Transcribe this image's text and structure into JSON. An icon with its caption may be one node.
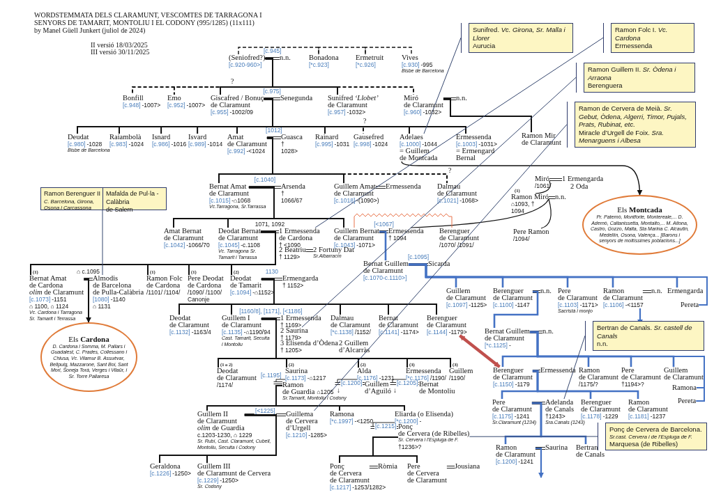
{
  "diagram": {
    "title": "WORDSTEMMATA DELS CLARAMUNT, VESCOMTES DE TARRAGONA I SENYORS DE TAMARIT, MONTOLIU I EL CODONY (995/1285) (11x111)",
    "nodes": [
      {
        "text": [
          "(Seniofred?)",
          "[c.920-960>]"
        ]
      },
      {
        "text": [
          "n.n."
        ]
      },
      {
        "text": [
          "Bonadona",
          "[*c.923]"
        ]
      },
      {
        "text": [
          "Ermetruit",
          "[*c.926]"
        ]
      },
      {
        "text": [
          "Vives",
          "[c.930]",
          "-995",
          "Bisbe de Barcelona"
        ]
      },
      {
        "text": [
          "Bonfill",
          "[c.948]",
          "-1007>"
        ]
      },
      {
        "text": [
          "Emo",
          "[c.952]",
          "-1007>"
        ]
      },
      {
        "text": [
          "Giscafred / Bonuç de Claramunt",
          "[c.955]",
          "-1002/09"
        ]
      },
      {
        "text": [
          "Senegunda"
        ]
      },
      {
        "text": [
          "Sunifred *‘Llobet’* de Claramunt",
          "[c.957]",
          "-1032>"
        ]
      },
      {
        "text": [
          "Miró de Claramunt",
          "[c.960]",
          "-1032>"
        ]
      },
      {
        "text": [
          "n.n."
        ]
      },
      {
        "text": [
          "Deudat",
          "[c.980]",
          "-1028",
          "Bisbe de Barcelona"
        ]
      },
      {
        "text": [
          "Raiambolà",
          "[c.983]",
          "-1024"
        ]
      },
      {
        "text": [
          "Isnard",
          "[c.986]",
          "-1016"
        ]
      },
      {
        "text": [
          "Isvard",
          "[c.989]",
          "-1014"
        ]
      },
      {
        "text": [
          "Amat de Claramunt",
          "[c.992]",
          "-<1024"
        ]
      },
      {
        "text": [
          "Guasca",
          "† 1028>"
        ]
      },
      {
        "text": [
          "Rainard",
          "[c.995]",
          "-1031"
        ]
      },
      {
        "text": [
          "Gausefred",
          "[c.998]",
          "-1024"
        ]
      },
      {
        "text": [
          "Adelaes",
          "[c.1000]",
          "-1044",
          "= Guillem de Montcada"
        ]
      },
      {
        "text": [
          "Ermessenda",
          "[c.1003]",
          "-1031>",
          "= Ermengard Bernal"
        ]
      },
      {
        "text": [
          "Ramon Mir de Claramunt"
        ]
      },
      {
        "text": [
          "Sunifred. *Vc. Girona, Sr. Malla i Llorer*",
          "Aurucia"
        ]
      },
      {
        "text": [
          "Ramon Folc I. *Vc. Cardona*",
          "Ermessenda"
        ]
      },
      {
        "text": [
          "Ramon Guillem II. *Sr. Òdena i Arraona*",
          "Berenguera"
        ]
      },
      {
        "text": [
          "Ramon de Cervera de Meià. *Sr. Gebut, Òdena, Algerri, Timor, Pujals, Prats, Rubinat, etc.*",
          "Miracle d’Urgell de Foix. *Sra. Menarguens i Albesa*"
        ]
      },
      {
        "text": [
          "Bernat Amat de Claramunt",
          "[c.1015]",
          "-⌂1068",
          "Vc.Tarragona, Sr.Tarrassa"
        ]
      },
      {
        "text": [
          "Arsenda",
          "† 1066/67"
        ]
      },
      {
        "text": [
          "Guillem Amat de Claramunt",
          "[c.1018]",
          "-(1090>)"
        ]
      },
      {
        "text": [
          "Ermessenda"
        ]
      },
      {
        "text": [
          "Dalmau de Claramunt",
          "[c.1021]",
          "-1068>"
        ]
      },
      {
        "text": [
          "Miró",
          "/1061/"
        ]
      },
      {
        "text": [
          "1 Ermengarda"
        ]
      },
      {
        "text": [
          "2 Oda"
        ]
      },
      {
        "text": [
          "Ramon Miró",
          "⌂1093, † 1094"
        ],
        "beside": [
          "(1)"
        ]
      },
      {
        "text": [
          "n.n."
        ]
      },
      {
        "text": [
          "Els **Montcada**",
          "Pr. Paternò, Montforte, Montereale,... D. Adernò, Caltanissetta, Montalto,... M. Aitona, Castro, Gozzo, Malta, Sta Marina C. Alcautin, Medellín, Osona, Valença... [Barons i senyors de moltíssimes poblacions...]"
        ]
      },
      {
        "text": [
          "Ramon Berenguer II",
          "C. Barcelona, Girona, Osona i Carcassona",
          "Mafalda de Pul·la - Calàbria",
          "de Salern"
        ]
      },
      {
        "text": [
          "Amat Bernat de Claramunt",
          "[c.1042]",
          "-1066/70"
        ]
      },
      {
        "text": [
          "Deodat Bernat de Claramunt",
          "[c.1045]",
          "-c.1108",
          "Vc. Tarragona Sr. Tamarit i Tarrassa"
        ]
      },
      {
        "text": [
          "1 Ermessenda de Cardona",
          "† <1090"
        ]
      },
      {
        "text": [
          "2 Beatriu",
          "† 1129>"
        ]
      },
      {
        "text": [
          "2 Fortuny Dat",
          "Sr.Albarracín"
        ]
      },
      {
        "text": [
          "Guillem Bernat de Claramunt",
          "[c.1043]",
          "-1071>"
        ]
      },
      {
        "text": [
          "Ermessenda",
          "† 1094"
        ]
      },
      {
        "text": [
          "Berenguer de Claramunt",
          "/1070/ /1091/"
        ]
      },
      {
        "text": [
          "Pere Ramon",
          "/1094/"
        ]
      },
      {
        "text": [
          "Bernat Guillem de Claramunt",
          "[c.1070-c.1110>]"
        ]
      },
      {
        "text": [
          "Sicarda"
        ]
      },
      {
        "text": [
          "Bernat Amat de Cardona",
          "*olim* de Claramunt",
          "[c.1073]",
          "-1151",
          "⌂ 1100, ⌂ 1124",
          "Vc. Cardona i Tarragona Sr. Tamarit i Terrassa"
        ],
        "beside": [
          "(1)"
        ]
      },
      {
        "text": [
          "Almodis de Barcelona de Pulla-Calàbria",
          "[1080]",
          "-1140",
          "⌂ 1131"
        ]
      },
      {
        "text": [
          "Ramon Folc de Cardona",
          "/1101/ /1104/"
        ],
        "beside": [
          "(1)"
        ]
      },
      {
        "text": [
          "Pere Deodat de Cardona",
          "/1090/ /1100/ Canonje"
        ],
        "beside": [
          "(1)"
        ]
      },
      {
        "text": [
          "Deodat de Tamarit",
          "[c.1094]",
          "-⌂1152>"
        ],
        "beside": [
          "(2)"
        ]
      },
      {
        "text": [
          "Ermengarda",
          "† 1152>"
        ]
      },
      {
        "text": [
          "Els **Cardona**",
          "D. Cardona i Somma, M. Pallars i Guadalest, C. Prades, Collessano i Chiusa, Vc. Vilamur B. Assuèvar, Bellpuig, Mazzarone, Sant Boi, Sant Mori, Soneja Torà, Verges i Vilaür, i Sr. Torre Pallaresa"
        ]
      },
      {
        "text": [
          "Guillem de Claramunt",
          "[c.1097]",
          "-1125>"
        ]
      },
      {
        "text": [
          "Berenguer de Claramunt",
          "[c.1100]",
          "-1147"
        ]
      },
      {
        "text": [
          "n.n."
        ]
      },
      {
        "text": [
          "Pere de Claramunt",
          "[c.1103]",
          "-1171>",
          "Sacristà i monjo"
        ]
      },
      {
        "text": [
          "Ramon de Claramunt",
          "[c.1106]",
          "-<1157"
        ]
      },
      {
        "text": [
          "n.n."
        ]
      },
      {
        "text": [
          "Ermengarda"
        ]
      },
      {
        "text": [
          "Pereta"
        ]
      },
      {
        "text": [
          "Deodat de Claramunt",
          "[c.1132]",
          "-1163/4"
        ]
      },
      {
        "text": [
          "Guillem I de Claramunt",
          "[c.1135]",
          "-⌂1190/94",
          "Cast. Tamarit, Secuita i Montoliu"
        ]
      },
      {
        "text": [
          "1 Ermessenda",
          "† 1169>"
        ]
      },
      {
        "text": [
          "2 Saurina",
          "† 1179>"
        ]
      },
      {
        "text": [
          "3 Elisenda d’Òdena",
          "† 1205>"
        ]
      },
      {
        "text": [
          "2 Guillem d’Alcarràs"
        ]
      },
      {
        "text": [
          "Dalmau de Claramunt",
          "[*c.1138]",
          "/1152/"
        ]
      },
      {
        "text": [
          "Bernat de Claramunt",
          "[c.1141]",
          "-1174>"
        ]
      },
      {
        "text": [
          "Berenguer de Claramunt",
          "[c.1144]",
          "-1179>"
        ]
      },
      {
        "text": [
          "Bernat Guillem de Claramunt",
          "[*c.1125]",
          "-"
        ]
      },
      {
        "text": [
          "n.n."
        ]
      },
      {
        "text": [
          "Bertran de Canals. *Sr. castell de Canals*",
          "n.n."
        ]
      },
      {
        "text": [
          "Deodat de Claramunt",
          "/1174/"
        ],
        "beside": [
          "(1 o 2)"
        ]
      },
      {
        "text": [
          "Saurina",
          "[c.1173]",
          "-⌂1217"
        ],
        "beside": [
          "(2)"
        ]
      },
      {
        "text": [
          "Ramon de Guardia",
          "⌂1205",
          "Sr.Tamarit, Montoliu i Codony"
        ]
      },
      {
        "text": [
          "Alda",
          "[c.1176]",
          "-1231"
        ],
        "beside": [
          "(2)"
        ]
      },
      {
        "text": [
          "Guillem d’Aguiló"
        ]
      },
      {
        "text": [
          "Ermessenda",
          "[*c.1176]",
          "/1190/"
        ],
        "beside": [
          "(3)"
        ]
      },
      {
        "text": [
          "Bernat de Montoliu"
        ]
      },
      {
        "text": [
          "Guillem",
          "/1190/"
        ],
        "beside": [
          "(3)"
        ]
      },
      {
        "text": [
          "Berenguer de Claramunt",
          "[c.1150]",
          "-1179"
        ]
      },
      {
        "text": [
          "Ermessenda"
        ]
      },
      {
        "text": [
          "Ramon de Claramunt",
          "/1175/?"
        ]
      },
      {
        "text": [
          "Pere de Claramunt",
          "†1194>?"
        ]
      },
      {
        "text": [
          "Guillem de Claramunt"
        ]
      },
      {
        "text": [
          "Ramona"
        ]
      },
      {
        "text": [
          "Pereta"
        ]
      },
      {
        "text": [
          "Guillem II de Claramunt",
          "*olim* de Guardia",
          "c.1203-1230, ⌂ 1229",
          "Sr. Rubí, Cast. Claramunt, Cubell, Montoliu, Secuita i Codony"
        ]
      },
      {
        "text": [
          "Guillema de Cervera d’Urgell",
          "[c.1210]",
          "-1285>"
        ]
      },
      {
        "text": [
          "Ramona",
          "[*c.1997]",
          "-<1250"
        ]
      },
      {
        "text": [
          "Eliarda (o Elisenda)",
          "[*c.1200]",
          "-"
        ]
      },
      {
        "text": [
          "Ponç de Cervera (de Ribelles)",
          "Sr. Cervera i l’Espluga de F.",
          "†1236>?"
        ]
      },
      {
        "text": [
          "Pere de Claramunt",
          "[c.1175]",
          "-1241",
          "Sr.Claramunt (1234)"
        ]
      },
      {
        "text": [
          "Adelanda de Canals",
          "†1243>",
          "Sra.Canals (1243)"
        ]
      },
      {
        "text": [
          "Berenguer de Claramunt",
          "[c.1178]",
          "-1229"
        ]
      },
      {
        "text": [
          "Ramon de Claramunt",
          "[c.1181]",
          "-1237"
        ]
      },
      {
        "text": [
          "Ponç de Cervera de Barcelona.",
          "Sr.cast. Cervera i de l’Espluga de F.",
          "Marquesa (de Ribelles)"
        ]
      },
      {
        "text": [
          "Ramon de Claramunt",
          "[c.1200]",
          "-1241"
        ]
      },
      {
        "text": [
          "Saurina"
        ]
      },
      {
        "text": [
          "Bertran de Canals"
        ]
      },
      {
        "text": [
          "Geraldona",
          "[c.1226]",
          "-1250>"
        ]
      },
      {
        "text": [
          "Guillem III de Claramunt de Cervera",
          "[c.1229]",
          "-1250>",
          "Sr. Codony"
        ]
      },
      {
        "text": [
          "Ponç de Cervera de Claramunt",
          "[c.1217]",
          "-1253/1282>"
        ]
      },
      {
        "text": [
          "Ròmia"
        ]
      },
      {
        "text": [
          "Pere de Cervera de Claramunt"
        ]
      },
      {
        "text": [
          "Jousiana"
        ]
      }
    ],
    "edges": [
      {
        "from": 0,
        "to": 1,
        "arrow": "none",
        "label": "[c.945]"
      },
      {
        "from": 7,
        "to": 8,
        "arrow": "none",
        "label": "[c.975]"
      },
      {
        "from": 10,
        "to": 11,
        "arrow": "none"
      },
      {
        "from": 16,
        "to": 17,
        "arrow": "none",
        "label": "[1012]"
      },
      {
        "from": 27,
        "to": 28,
        "arrow": "none",
        "label": "[c.1040]"
      },
      {
        "from": 29,
        "to": 30,
        "arrow": "none"
      },
      {
        "from": 32,
        "to": 33,
        "arrow": "none"
      },
      {
        "from": 35,
        "to": 36,
        "arrow": "none"
      },
      {
        "from": 40,
        "to": 41,
        "arrow": "none",
        "label": "1071, 1092"
      },
      {
        "from": 42,
        "to": 43,
        "arrow": "none"
      },
      {
        "from": 44,
        "to": 45,
        "arrow": "none",
        "label": "[<1067]"
      },
      {
        "from": 48,
        "to": 49,
        "arrow": "none",
        "label": "[c.1095]"
      },
      {
        "from": 50,
        "to": 51,
        "arrow": "none",
        "label": "⌂ c.1095"
      },
      {
        "from": 54,
        "to": 55,
        "arrow": "none",
        "label": "1130"
      },
      {
        "from": 58,
        "to": 59,
        "arrow": "none"
      },
      {
        "from": 61,
        "to": 62,
        "arrow": "none"
      },
      {
        "from": 66,
        "to": 67,
        "arrow": "none",
        "label": "[1160/8], [1171], [<1186]"
      },
      {
        "from": 74,
        "to": 75,
        "arrow": "none"
      },
      {
        "from": 78,
        "to": 79,
        "arrow": "none",
        "label": "[c.1195]"
      },
      {
        "from": 80,
        "to": 81,
        "arrow": "none",
        "label": "[c.1200]"
      },
      {
        "from": 82,
        "to": 83,
        "arrow": "none",
        "label": "[c.1205]"
      },
      {
        "from": 85,
        "to": 86,
        "arrow": "none"
      },
      {
        "from": 92,
        "to": 93,
        "arrow": "none",
        "label": "[<1225]"
      },
      {
        "from": 95,
        "to": 96,
        "arrow": "none",
        "label": "[c.1215]"
      },
      {
        "from": 97,
        "to": 98,
        "arrow": "none"
      },
      {
        "from": 102,
        "to": 103,
        "arrow": "none"
      },
      {
        "from": 107,
        "to": 108,
        "arrow": "none"
      },
      {
        "from": 109,
        "to": 110,
        "arrow": "none"
      },
      {
        "from": 0,
        "to": 2,
        "arrow": "none",
        "style": "dashed"
      },
      {
        "from": 2,
        "to": 3,
        "arrow": "none",
        "style": "dashed"
      },
      {
        "from": 3,
        "to": 4,
        "arrow": "none",
        "style": "dashed"
      },
      {
        "from": 0,
        "to": 5,
        "arrow": "none",
        "style": "dashed"
      },
      {
        "from": 0,
        "to": 6,
        "arrow": "none",
        "style": "dashed"
      },
      {
        "from": 0,
        "to": 7,
        "arrow": "none"
      },
      {
        "from": 0,
        "to": 9,
        "arrow": "none"
      },
      {
        "from": 0,
        "to": 10,
        "arrow": "none",
        "style": "dashed"
      },
      {
        "from": 7,
        "to": 12,
        "arrow": "none"
      },
      {
        "from": 7,
        "to": 13,
        "arrow": "none"
      },
      {
        "from": 7,
        "to": 14,
        "arrow": "none"
      },
      {
        "from": 7,
        "to": 15,
        "arrow": "none"
      },
      {
        "from": 7,
        "to": 16,
        "arrow": "none"
      },
      {
        "from": 7,
        "to": 18,
        "arrow": "none"
      },
      {
        "from": 7,
        "to": 19,
        "arrow": "none",
        "style": "dashed"
      },
      {
        "from": 7,
        "to": 20,
        "arrow": "none"
      },
      {
        "from": 7,
        "to": 21,
        "arrow": "none"
      },
      {
        "from": 10,
        "to": 22,
        "arrow": "none"
      },
      {
        "from": 16,
        "to": 27,
        "arrow": "none"
      },
      {
        "from": 16,
        "to": 29,
        "arrow": "none"
      },
      {
        "from": 16,
        "to": 31,
        "arrow": "none",
        "style": "dashed"
      },
      {
        "from": 27,
        "to": 39,
        "arrow": "none"
      },
      {
        "from": 27,
        "to": 40,
        "arrow": "none"
      },
      {
        "from": 27,
        "to": 44,
        "arrow": "none"
      },
      {
        "from": 44,
        "to": 48,
        "arrow": "none",
        "color": "#4472c4"
      },
      {
        "from": 40,
        "to": 50,
        "arrow": "none"
      },
      {
        "from": 40,
        "to": 52,
        "arrow": "none"
      },
      {
        "from": 40,
        "to": 53,
        "arrow": "none"
      },
      {
        "from": 40,
        "to": 54,
        "arrow": "none"
      },
      {
        "from": 50,
        "to": 56,
        "arrow": "to"
      },
      {
        "from": 48,
        "to": 57,
        "arrow": "none",
        "color": "#4472c4"
      },
      {
        "from": 48,
        "to": 58,
        "arrow": "none",
        "color": "#4472c4"
      },
      {
        "from": 48,
        "to": 60,
        "arrow": "none",
        "color": "#4472c4"
      },
      {
        "from": 48,
        "to": 61,
        "arrow": "none",
        "color": "#4472c4"
      },
      {
        "from": 48,
        "to": 63,
        "arrow": "none",
        "color": "#4472c4"
      },
      {
        "from": 48,
        "to": 64,
        "arrow": "none",
        "color": "#4472c4"
      },
      {
        "from": 58,
        "to": 74,
        "arrow": "none",
        "color": "#4472c4"
      },
      {
        "from": 54,
        "to": 65,
        "arrow": "none"
      },
      {
        "from": 54,
        "to": 66,
        "arrow": "none"
      },
      {
        "from": 54,
        "to": 71,
        "arrow": "none"
      },
      {
        "from": 54,
        "to": 72,
        "arrow": "none"
      },
      {
        "from": 54,
        "to": 73,
        "arrow": "none"
      },
      {
        "from": 66,
        "to": 77,
        "arrow": "none"
      },
      {
        "from": 66,
        "to": 78,
        "arrow": "none"
      },
      {
        "from": 66,
        "to": 80,
        "arrow": "none"
      },
      {
        "from": 66,
        "to": 82,
        "arrow": "none"
      },
      {
        "from": 66,
        "to": 84,
        "arrow": "none"
      },
      {
        "from": 74,
        "to": 85,
        "arrow": "none",
        "color": "#4472c4"
      },
      {
        "from": 74,
        "to": 87,
        "arrow": "none",
        "color": "#4472c4"
      },
      {
        "from": 74,
        "to": 88,
        "arrow": "none",
        "color": "#4472c4"
      },
      {
        "from": 74,
        "to": 89,
        "arrow": "none",
        "color": "#4472c4"
      },
      {
        "from": 74,
        "to": 90,
        "arrow": "none",
        "color": "#4472c4"
      },
      {
        "from": 74,
        "to": 91,
        "arrow": "none",
        "color": "#4472c4"
      },
      {
        "from": 79,
        "to": 92,
        "arrow": "none"
      },
      {
        "from": 79,
        "to": 94,
        "arrow": "none"
      },
      {
        "from": 79,
        "to": 95,
        "arrow": "none"
      },
      {
        "from": 92,
        "to": 105,
        "arrow": "none"
      },
      {
        "from": 92,
        "to": 106,
        "arrow": "none"
      },
      {
        "from": 96,
        "to": 107,
        "arrow": "none"
      },
      {
        "from": 96,
        "to": 109,
        "arrow": "none"
      },
      {
        "from": 85,
        "to": 97,
        "arrow": "none",
        "color": "#4472c4"
      },
      {
        "from": 85,
        "to": 99,
        "arrow": "none",
        "color": "#4472c4"
      },
      {
        "from": 85,
        "to": 100,
        "arrow": "none",
        "color": "#4472c4"
      },
      {
        "from": 97,
        "to": 102,
        "arrow": "none",
        "color": "#4472c4"
      },
      {
        "from": 97,
        "to": 104,
        "arrow": "none",
        "color": "#4472c4"
      },
      {
        "from": 32,
        "to": 35,
        "arrow": "none"
      },
      {
        "from": 35,
        "to": 47,
        "arrow": "none"
      },
      {
        "from": 35,
        "to": 45,
        "arrow": "none"
      },
      {
        "from": 20,
        "to": 37,
        "arrow": "to"
      },
      {
        "from": 61,
        "to": null,
        "arrow": "to",
        "color": "#4472c4"
      },
      {
        "from": 102,
        "to": null,
        "arrow": "to",
        "color": "#4472c4"
      },
      {
        "from": 44,
        "to": 46,
        "arrow": "none",
        "color": "#e8734a"
      },
      {
        "from": 73,
        "to": 85,
        "arrow": "both",
        "style": "thick",
        "color": "#c0504d"
      },
      {
        "from": 23,
        "to": 20,
        "arrow": "none",
        "color": "#34466e"
      },
      {
        "from": 24,
        "to": 41,
        "arrow": "none",
        "color": "#34466e"
      },
      {
        "from": 25,
        "to": 68,
        "arrow": "none",
        "color": "#34466e"
      },
      {
        "from": 26,
        "to": 93,
        "arrow": "none",
        "color": "#34466e"
      },
      {
        "from": 76,
        "to": 98,
        "arrow": "none",
        "color": "#34466e"
      },
      {
        "from": 101,
        "to": 96,
        "arrow": "none",
        "color": "#34466e"
      },
      {
        "from": 38,
        "to": 51,
        "arrow": "none",
        "color": "#34466e"
      }
    ],
    "labels": [
      "by Manel Güell Junkert (juliol de 2024)",
      "II versió 18/03/2025",
      "III versió 30/11/2025",
      "?",
      "?",
      "?",
      "↓",
      "↓"
    ]
  }
}
